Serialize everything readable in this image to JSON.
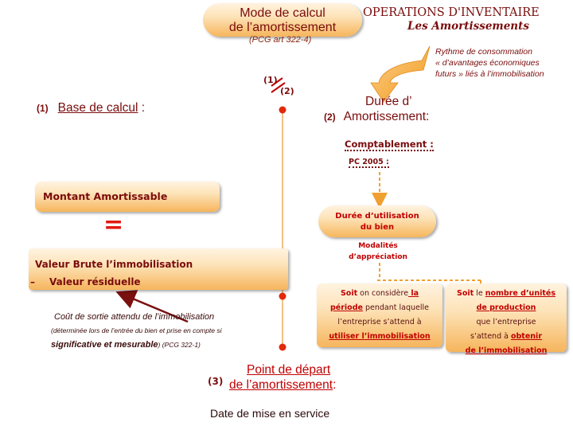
{
  "header": {
    "title_line1": "Mode de calcul",
    "title_line2": "de l’amortissement",
    "ops_title": "OPERATIONS D'INVENTAIRE",
    "ops_subtitle": "Les Amortissements",
    "pcg_ref": "(PCG art 322-4)"
  },
  "rythme": {
    "line1": "Rythme de consommation",
    "line2": "« d’avantages économiques",
    "line3": "futurs » liés à l’immobilisation"
  },
  "markers": {
    "m1": "(1)",
    "m2": "(2)",
    "m3": "(3)"
  },
  "base": {
    "number": "(1)",
    "label": "Base de calcul",
    "colon": " :"
  },
  "duree": {
    "number": "(2)",
    "line1": "Durée d’",
    "line2": "Amortissement",
    "colon": ":"
  },
  "comptablement": {
    "label": "Comptablement :",
    "pc": "PC 2005 :"
  },
  "montant": {
    "label": "Montant Amortissable",
    "equals": "="
  },
  "valeur": {
    "line1": "Valeur Brute l’immobilisation",
    "minus": "–",
    "line2": "Valeur résiduelle"
  },
  "cout": {
    "line1": "Coût de sortie attendu de l’immobilisation",
    "line2": "(déterminée lors de l’entrée du bien et prise en compte si",
    "line3_strong": "significative et mesurable",
    "line3_ref": ") (PCG 322-1)"
  },
  "duree_util": {
    "line1": "Durée d’utilisation",
    "line2": "du bien",
    "mod1": "Modalités",
    "mod2": "d’appréciation"
  },
  "option1": {
    "soit": "Soit",
    "on": " on considère",
    "la": " la",
    "periode": "période",
    "pendant": " pendant laquelle",
    "entreprise": "l’entreprise s’attend à",
    "utiliser": "utiliser l’immobilisation"
  },
  "option2": {
    "soit": "Soit",
    "le": " le ",
    "nombre": "nombre d’unités",
    "production": "de production",
    "que": "que l’entreprise",
    "attend": "s’attend à",
    "obtenir": "obtenir",
    "de_imm": "de l’immobilisation"
  },
  "depart": {
    "number": "(3)",
    "line1": "Point de départ",
    "line2": "de l’amortissement",
    "colon": ":",
    "date": "Date de mise en service"
  }
}
